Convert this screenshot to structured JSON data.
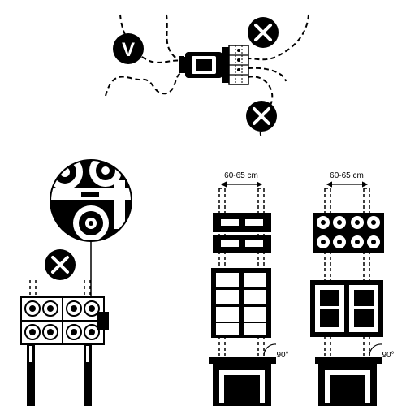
{
  "markers": {
    "correct": "V",
    "wrong": "X"
  },
  "spacing_labels": {
    "left_assembly": "60-65 cm",
    "right_assembly": "60-65 cm"
  },
  "angle_labels": {
    "left_assembly": "90°",
    "right_assembly": "90°"
  },
  "colors": {
    "ink": "#000000",
    "paper": "#ffffff"
  }
}
